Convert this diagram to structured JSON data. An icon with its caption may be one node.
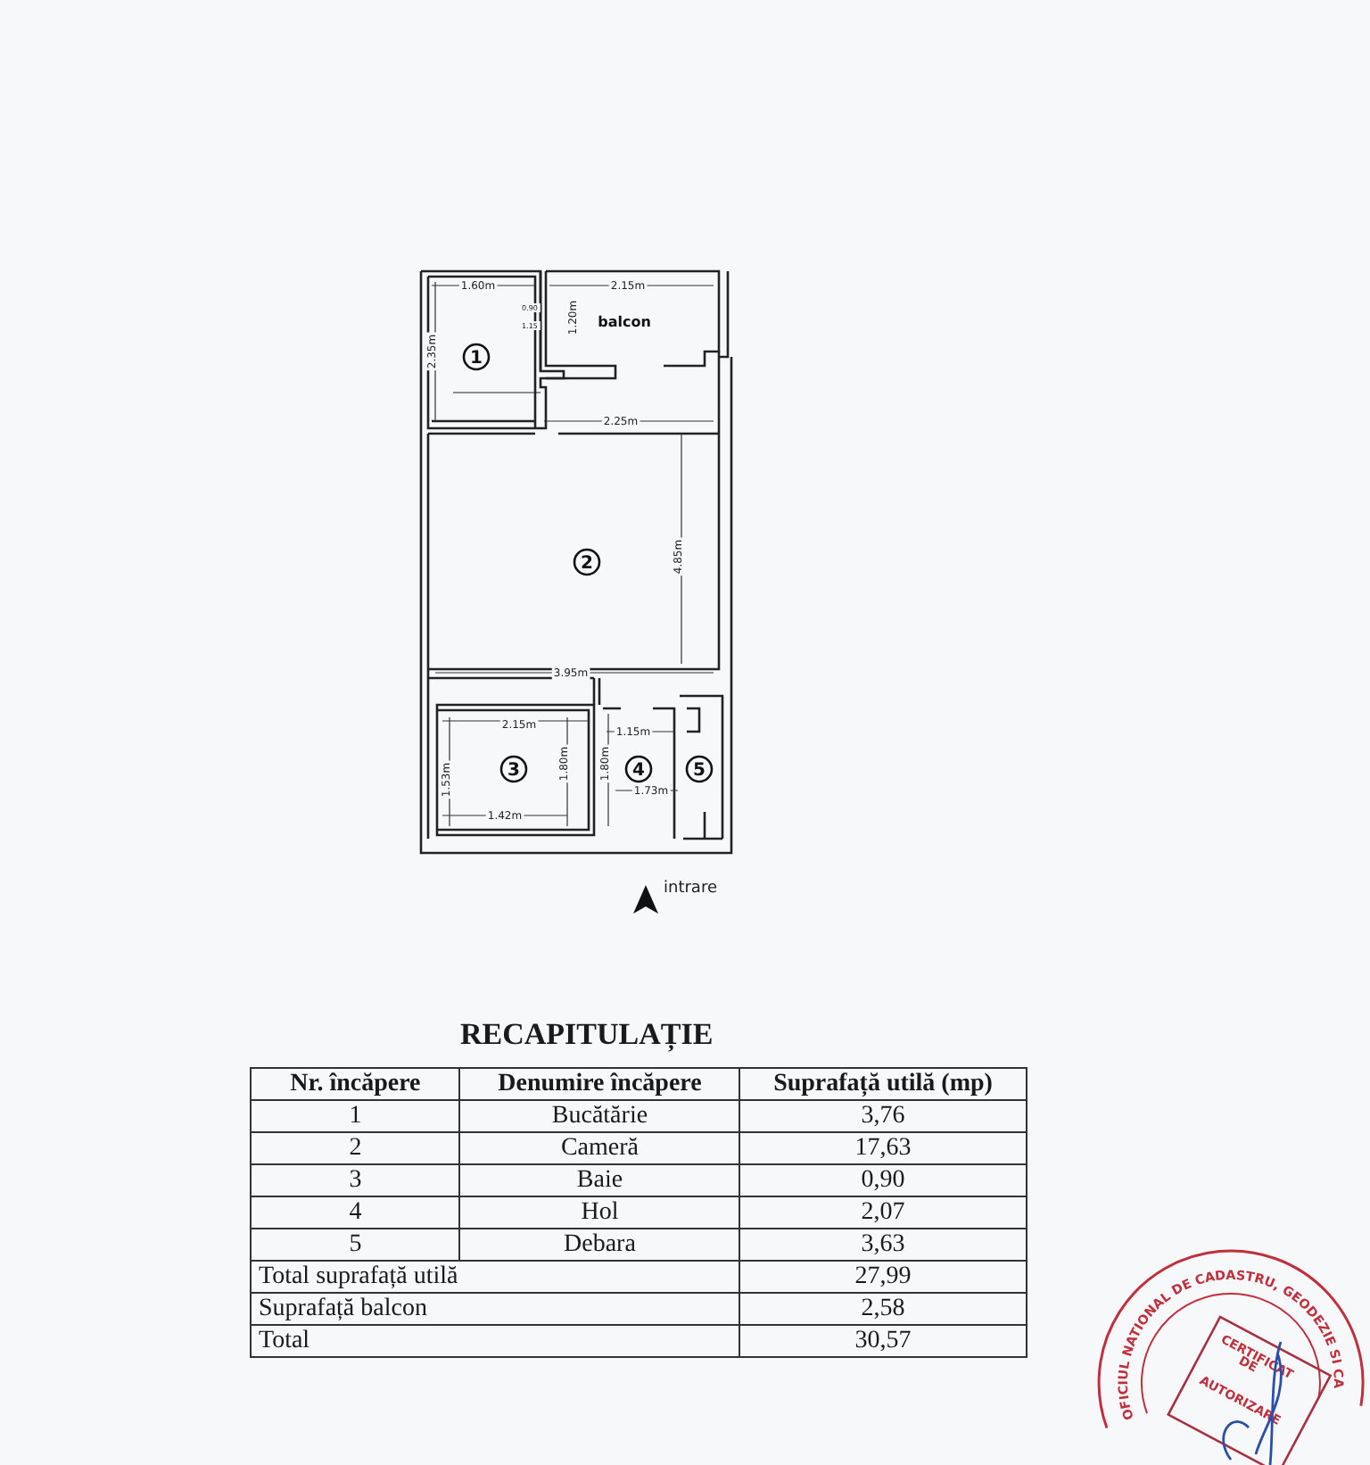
{
  "diagram": {
    "nodes": [
      {
        "text": [
          "1"
        ]
      },
      {
        "text": [
          "balcon"
        ]
      },
      {
        "text": [
          "2"
        ]
      },
      {
        "text": [
          "3"
        ]
      },
      {
        "text": [
          "4"
        ]
      },
      {
        "text": [
          "5"
        ]
      }
    ],
    "labels": [
      "1.60m",
      "0.90",
      "1.15",
      "1.20m",
      "2.15m",
      "2.35m",
      "2.25m",
      "4.85m",
      "3.95m",
      "2.15m",
      "1.15m",
      "1.53m",
      "1.80m",
      "1.80m",
      "1.42m",
      "1.73m",
      "intrare",
      "RECAPITULAȚIE",
      "Nr. încăpere",
      "Denumire încăpere",
      "Suprafață utilă (mp)",
      "1",
      "Bucătărie",
      "3,76",
      "2",
      "Cameră",
      "17,63",
      "3",
      "Baie",
      "0,90",
      "4",
      "Hol",
      "2,07",
      "5",
      "Debara",
      "3,63",
      "Total suprafață utilă",
      "27,99",
      "Suprafață balcon",
      "2,58",
      "Total",
      "30,57",
      "OFICIUL NATIONAL DE CADASTRU, GEODEZIE SI CA",
      "CERTIFICAT",
      "DE",
      "AUTORIZARE"
    ]
  }
}
